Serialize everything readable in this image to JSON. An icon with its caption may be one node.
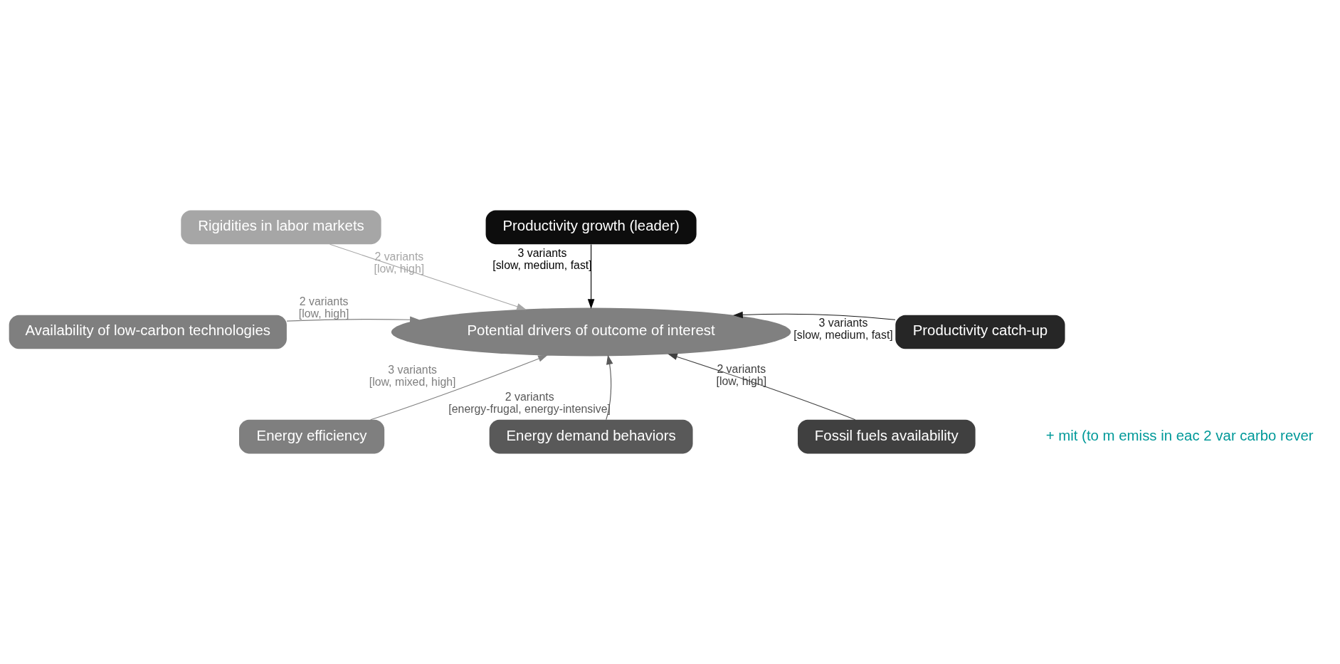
{
  "diagram": {
    "nodes": [
      {
        "text": [
          "Rigidities in labor markets"
        ]
      },
      {
        "text": [
          "Productivity growth (leader)"
        ]
      },
      {
        "text": [
          "Availability of low-carbon technologies"
        ]
      },
      {
        "text": [
          "Potential drivers of outcome of interest"
        ]
      },
      {
        "text": [
          "Productivity catch-up"
        ]
      },
      {
        "text": [
          "Energy efficiency"
        ]
      },
      {
        "text": [
          "Fossil fuels availability"
        ]
      },
      {
        "text": [
          "Energy demand behaviors"
        ]
      }
    ],
    "edges": [
      {
        "from": 0,
        "to": 3,
        "arrow": "to",
        "label": "2 variants [low, high]",
        "color": "#a6a6a6"
      },
      {
        "from": 1,
        "to": 3,
        "arrow": "to",
        "label": "3 variants [slow, medium, fast]",
        "color": "#000000"
      },
      {
        "from": 2,
        "to": 3,
        "arrow": "to",
        "label": "2 variants [low, high]",
        "color": "#808080"
      },
      {
        "from": 4,
        "to": 3,
        "arrow": "to",
        "label": "3 variants [slow, medium, fast]",
        "color": "#1a1a1a"
      },
      {
        "from": 5,
        "to": 3,
        "arrow": "to",
        "label": "3 variants [low, mixed, high]",
        "color": "#808080"
      },
      {
        "from": 7,
        "to": 3,
        "arrow": "to",
        "label": "2 variants [energy-frugal, energy-intensive]",
        "color": "#595959"
      },
      {
        "from": 6,
        "to": 3,
        "arrow": "to",
        "label": "2 variants [low, high]",
        "color": "#404040"
      }
    ],
    "labels": [
      "+ mit (to m emiss in eac 2 var carbo rever"
    ]
  }
}
